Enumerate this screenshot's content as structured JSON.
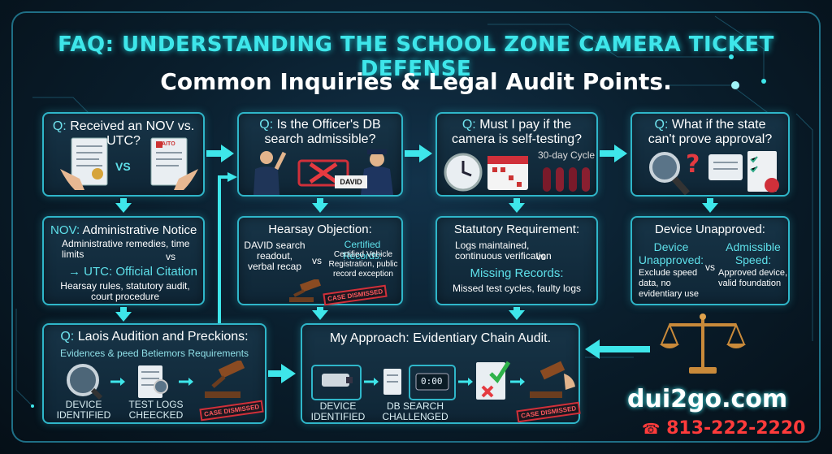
{
  "header": {
    "title": "FAQ: UNDERSTANDING THE SCHOOL ZONE CAMERA TICKET DEFENSE",
    "subtitle": "Common Inquiries & Legal Audit Points."
  },
  "colors": {
    "accent": "#3ee6ea",
    "border": "#2fb6c9",
    "red": "#ff3b3b"
  },
  "q1": {
    "q": "Q:",
    "question": "Received an NOV vs. UTC?",
    "vs": "VS",
    "doc_label": "BAITO"
  },
  "nov": {
    "nov_key": "NOV:",
    "nov_title": "Administrative Notice",
    "nov_desc": "Administrative remedies, time limits",
    "vs": "vs",
    "utc_key": "→ UTC:",
    "utc_title": "Official Citation",
    "utc_desc": "Hearsay rules, statutory audit, court procedure"
  },
  "q2": {
    "q": "Q:",
    "question": "Is the Officer's DB search admissible?",
    "badge": "DAVID"
  },
  "hearsay": {
    "title": "Hearsay Objection:",
    "left": "DAVID search readout, verbal recap",
    "vs": "vs",
    "right_title": "Certified Records:",
    "right_desc": "Certified Vehicle Registration, public record exception",
    "stamp": "CASE DISMISSED"
  },
  "q3": {
    "q": "Q:",
    "question": "Must I pay if the camera is self-testing?",
    "cycle": "30-day Cycle"
  },
  "statutory": {
    "title": "Statutory Requirement:",
    "desc": "Logs maintained, continuous verification",
    "vs": "vs",
    "missing_title": "Missing Records:",
    "missing_desc": "Missed test cycles, faulty logs"
  },
  "q4": {
    "q": "Q:",
    "question": "What if the state can't prove approval?"
  },
  "device": {
    "title": "Device Unapproved:",
    "left_title": "Device Unapproved:",
    "left_desc": "Exclude speed data, no evidentiary use",
    "vs": "vs",
    "right_title": "Admissible Speed:",
    "right_desc": "Approved device, valid foundation"
  },
  "laois": {
    "q": "Q:",
    "question": "Laois Audition and Preckions:",
    "subtitle": "Evidences & peed Betiemors Requirements",
    "step1": "DEVICE IDENTIFIED",
    "step2": "TEST LOGS CHEECKED",
    "stamp": "CASE DISMISSED"
  },
  "approach": {
    "title": "My Approach: Evidentiary Chain Audit.",
    "step1": "DEVICE IDENTIFIED",
    "step2": "DB SEARCH CHALLENGED",
    "display": "0:00",
    "stamp": "CASE DISMISSED"
  },
  "brand": {
    "site": "dui2go.com",
    "phone": "813-222-2220"
  }
}
